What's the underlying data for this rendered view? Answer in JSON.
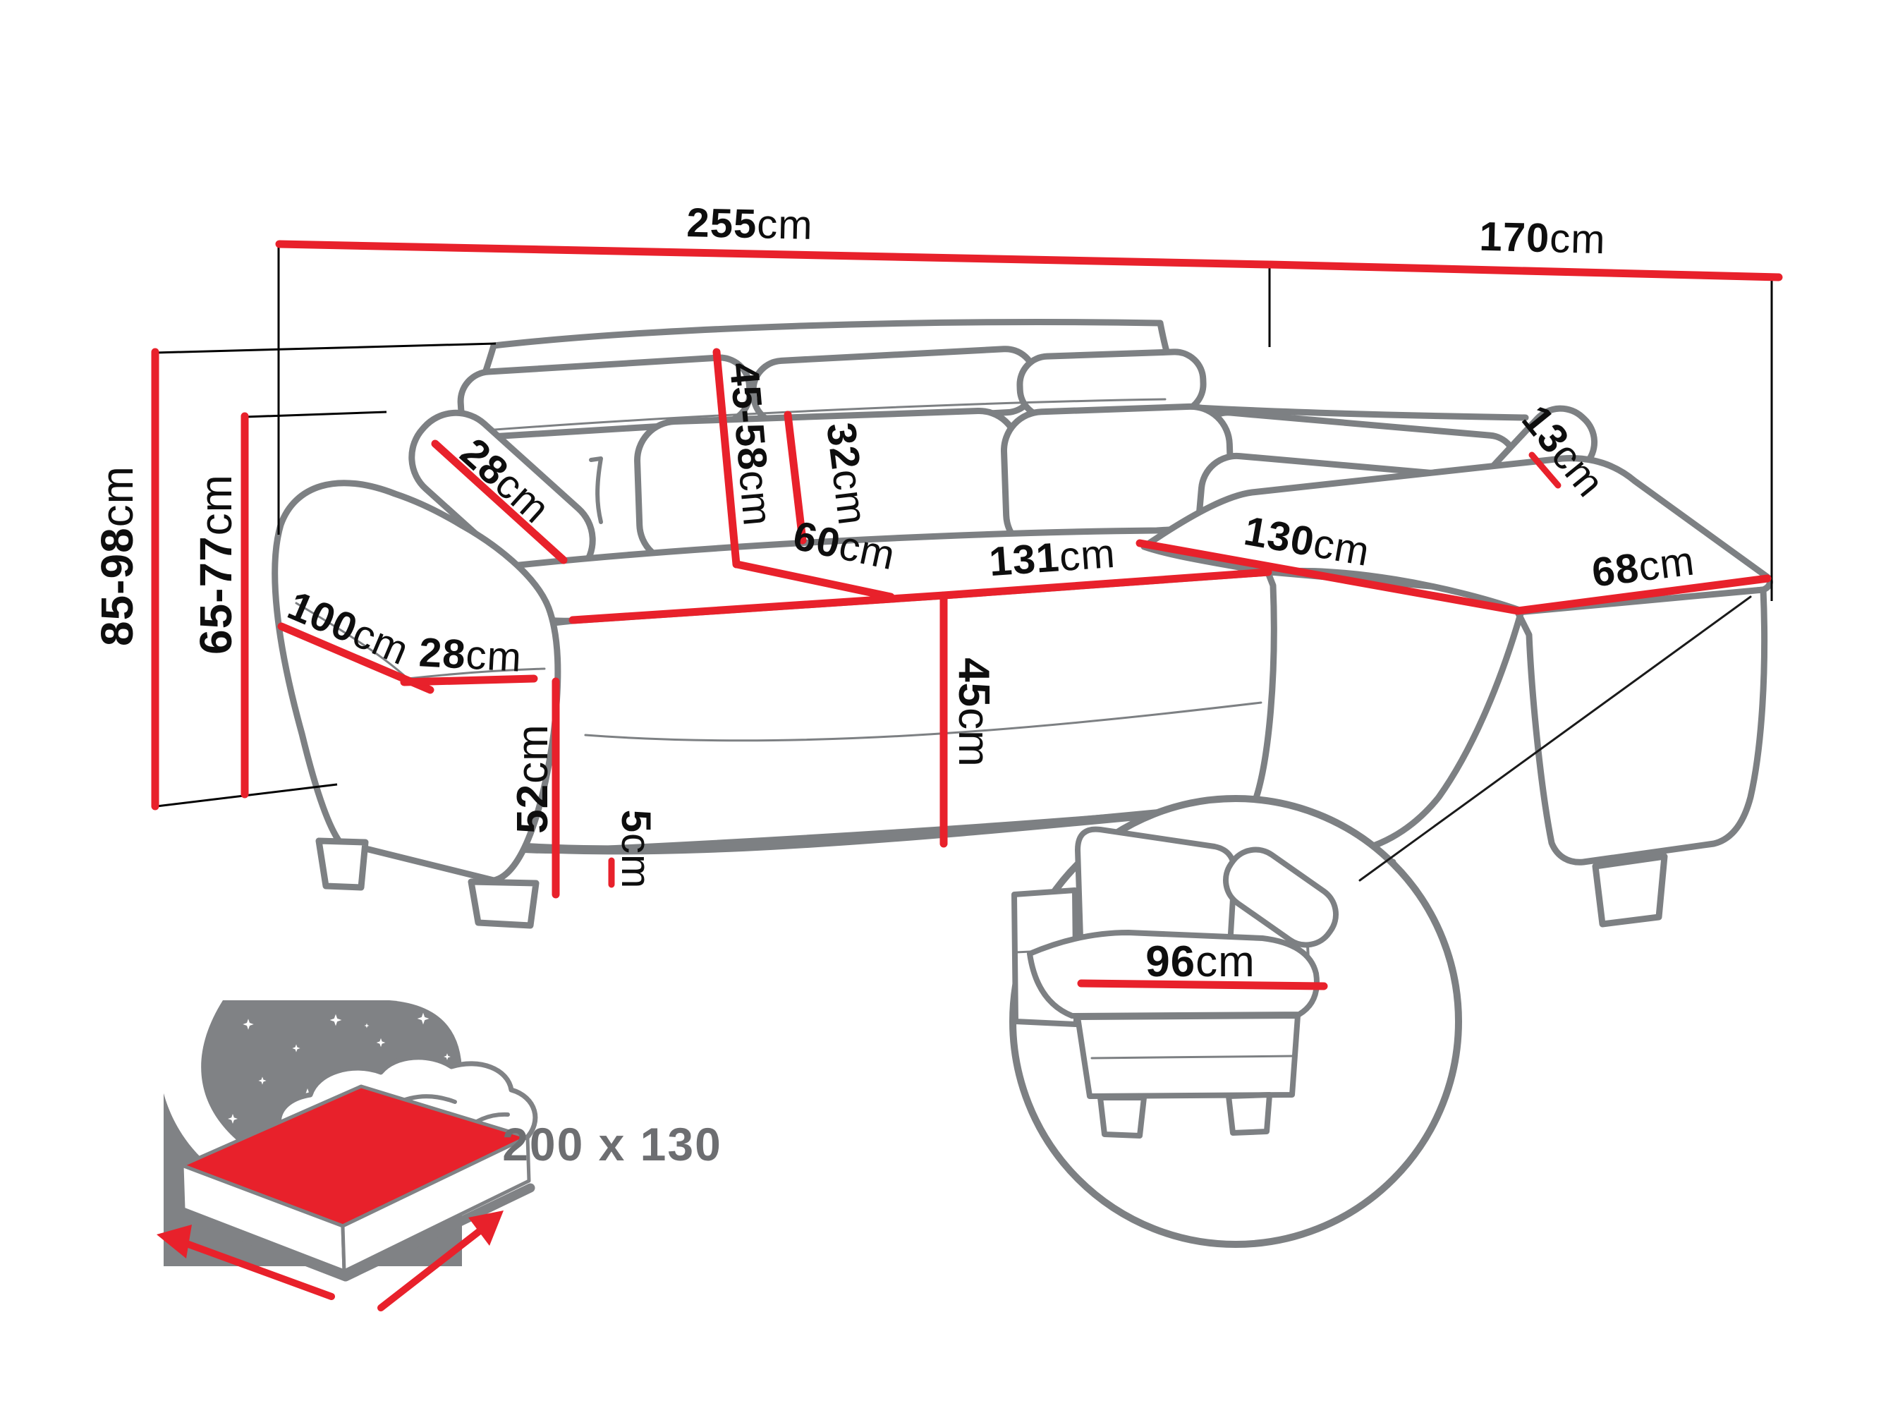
{
  "diagram_type": "corner-sofa dimensions drawing",
  "unit_default": "cm",
  "colors": {
    "dimension_line_red": "#e8212b",
    "sofa_outline_gray": "#7d8083",
    "label_black": "#0e0e0e",
    "bed_icon_gray": "#808285",
    "bed_text_gray": "#6d6e71",
    "background": "#ffffff"
  },
  "dims": {
    "overall_width": {
      "value": "255",
      "unit": "cm"
    },
    "overall_depth": {
      "value": "170",
      "unit": "cm"
    },
    "overall_height": {
      "value": "85-98",
      "unit": "cm"
    },
    "backrest_height": {
      "value": "65-77",
      "unit": "cm"
    },
    "headrest_pillow_width": {
      "value": "28",
      "unit": "cm"
    },
    "armrest_length": {
      "value": "100",
      "unit": "cm"
    },
    "armrest_width": {
      "value": "28",
      "unit": "cm"
    },
    "back_cushion_full_height": {
      "value": "45-58",
      "unit": "cm"
    },
    "seat_depth": {
      "value": "60",
      "unit": "cm"
    },
    "back_cushion_height": {
      "value": "32",
      "unit": "cm"
    },
    "seat_width": {
      "value": "131",
      "unit": "cm"
    },
    "chaise_length": {
      "value": "130",
      "unit": "cm"
    },
    "chaise_headrest_width": {
      "value": "13",
      "unit": "cm"
    },
    "chaise_width": {
      "value": "68",
      "unit": "cm"
    },
    "seat_front_height": {
      "value": "52",
      "unit": "cm"
    },
    "leg_height": {
      "value": "5",
      "unit": "cm"
    },
    "seat_height": {
      "value": "45",
      "unit": "cm"
    },
    "detail_seat_width": {
      "value": "96",
      "unit": "cm"
    }
  },
  "sleeping_area": {
    "size": "200 x 130"
  }
}
